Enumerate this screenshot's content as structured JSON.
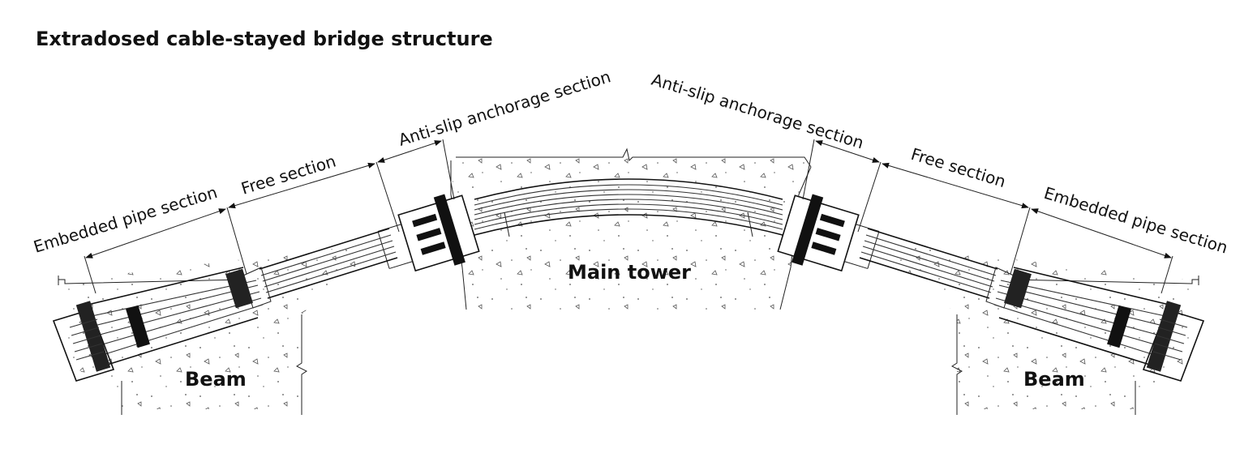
{
  "title": "Extradosed cable-stayed bridge structure",
  "labels": {
    "embedded_left": "Embedded pipe section",
    "free_left": "Free section",
    "antislip_left": "Anti-slip anchorage section",
    "antislip_right": "Anti-slip anchorage section",
    "free_right": "Free section",
    "embedded_right": "Embedded pipe section",
    "main_tower": "Main tower",
    "beam_left": "Beam",
    "beam_right": "Beam"
  },
  "colors": {
    "ink": "#111111",
    "background": "#ffffff"
  }
}
